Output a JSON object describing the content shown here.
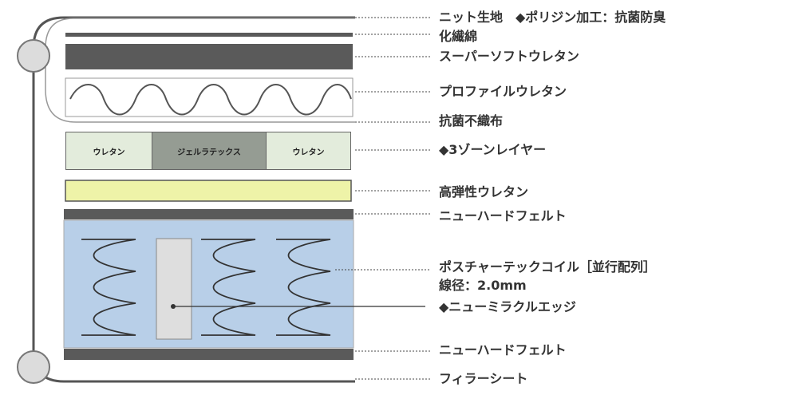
{
  "labels": {
    "knit_fabric": "ニット生地　◆ポリジン加工：抗菌防臭",
    "synthetic_cotton": "化繊綿",
    "super_soft_urethane": "スーパーソフトウレタン",
    "profile_urethane": "プロファイルウレタン",
    "antibacterial_nonwoven": "抗菌不織布",
    "three_zone_layer": "◆3ゾーンレイヤー",
    "high_resilience_urethane": "高弾性ウレタン",
    "new_hard_felt_top": "ニューハードフェルト",
    "posture_tech_coil": "ポスチャーテックコイル［並行配列］",
    "wire_diameter": "線径：2.0mm",
    "new_miracle_edge": "◆ニューミラクルエッジ",
    "new_hard_felt_bottom": "ニューハードフェルト",
    "filler_sheet": "フィラーシート"
  },
  "zones": {
    "left": "ウレタン",
    "center": "ジェルラテックス",
    "right": "ウレタン"
  },
  "colors": {
    "dark_layer": "#5a5a5a",
    "coil_background": "#b8cfe8",
    "high_resilience": "#eef3a8",
    "zone_side": "#e3ecdc",
    "zone_center": "#959c93",
    "edge_support": "#dedede"
  }
}
